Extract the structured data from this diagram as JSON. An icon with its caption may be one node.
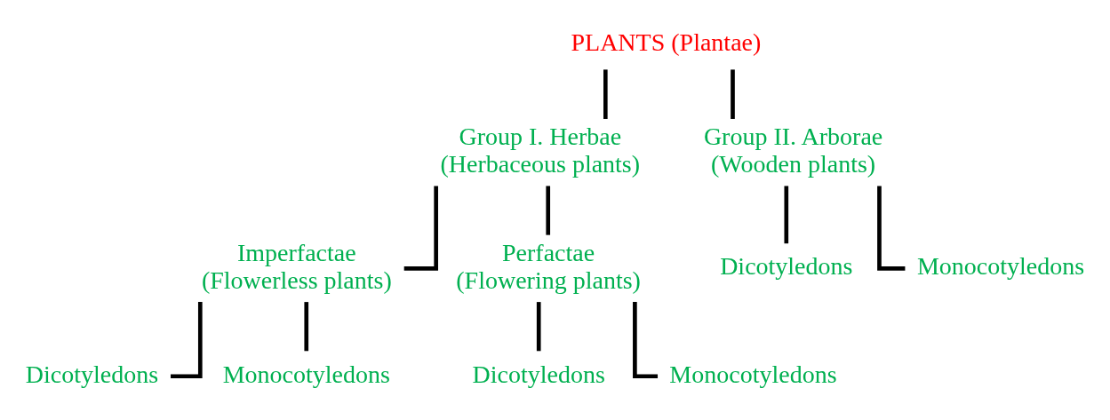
{
  "diagram": {
    "nodes": [
      {
        "text": [
          "PLANTS (Plantae)"
        ]
      },
      {
        "text": [
          "Group I. Herbae",
          "(Herbaceous plants)"
        ]
      },
      {
        "text": [
          "Group II. Arborae",
          "(Wooden plants)"
        ]
      },
      {
        "text": [
          "Imperfactae",
          "(Flowerless plants)"
        ]
      },
      {
        "text": [
          "Perfactae",
          "(Flowering plants)"
        ]
      },
      {
        "text": [
          "Dicotyledons"
        ]
      },
      {
        "text": [
          "Monocotyledons"
        ]
      },
      {
        "text": [
          "Dicotyledons"
        ]
      },
      {
        "text": [
          "Monocotyledons"
        ]
      },
      {
        "text": [
          "Dicotyledons"
        ]
      },
      {
        "text": [
          "Monocotyledons"
        ]
      }
    ],
    "edges": [
      {
        "from": 0,
        "to": 1,
        "arrow": "none"
      },
      {
        "from": 0,
        "to": 2,
        "arrow": "none"
      },
      {
        "from": 1,
        "to": 3,
        "arrow": "none"
      },
      {
        "from": 1,
        "to": 4,
        "arrow": "none"
      },
      {
        "from": 2,
        "to": 5,
        "arrow": "none"
      },
      {
        "from": 2,
        "to": 6,
        "arrow": "none"
      },
      {
        "from": 3,
        "to": 7,
        "arrow": "none"
      },
      {
        "from": 3,
        "to": 8,
        "arrow": "none"
      },
      {
        "from": 4,
        "to": 9,
        "arrow": "none"
      },
      {
        "from": 4,
        "to": 10,
        "arrow": "none"
      }
    ]
  }
}
